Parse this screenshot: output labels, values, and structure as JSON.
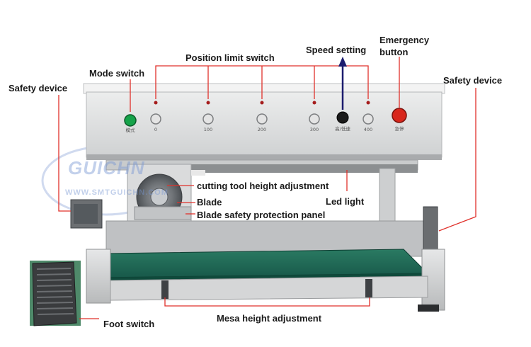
{
  "labels": {
    "safety_device_left": "Safety device",
    "mode_switch": "Mode switch",
    "position_limit_switch": "Position limit switch",
    "speed_setting": "Speed setting",
    "emergency_button_line1": "Emergency",
    "emergency_button_line2": "button",
    "safety_device_right": "Safety device",
    "cutting_tool_height": "cutting tool height adjustment",
    "led_light": "Led light",
    "blade": "Blade",
    "blade_safety_panel": "Blade safety protection panel",
    "foot_switch": "Foot switch",
    "mesa_height": "Mesa height adjustment"
  },
  "panel_markings": {
    "mode": "模式",
    "pos0": "0",
    "pos100": "100",
    "pos200": "200",
    "pos300": "300",
    "speed": "高/低速",
    "pos400": "400",
    "stop": "急停"
  },
  "watermark": {
    "logo": "GUICHN",
    "site": "WWW.SMTGUICHN.COM"
  },
  "colors": {
    "annotation_line": "#e0312b",
    "arrow": "#1c1c6e",
    "machine_body": "#d9dadb",
    "table_green": "#1f6b55",
    "emergency_red": "#d8261c",
    "mode_green": "#16a34a"
  }
}
